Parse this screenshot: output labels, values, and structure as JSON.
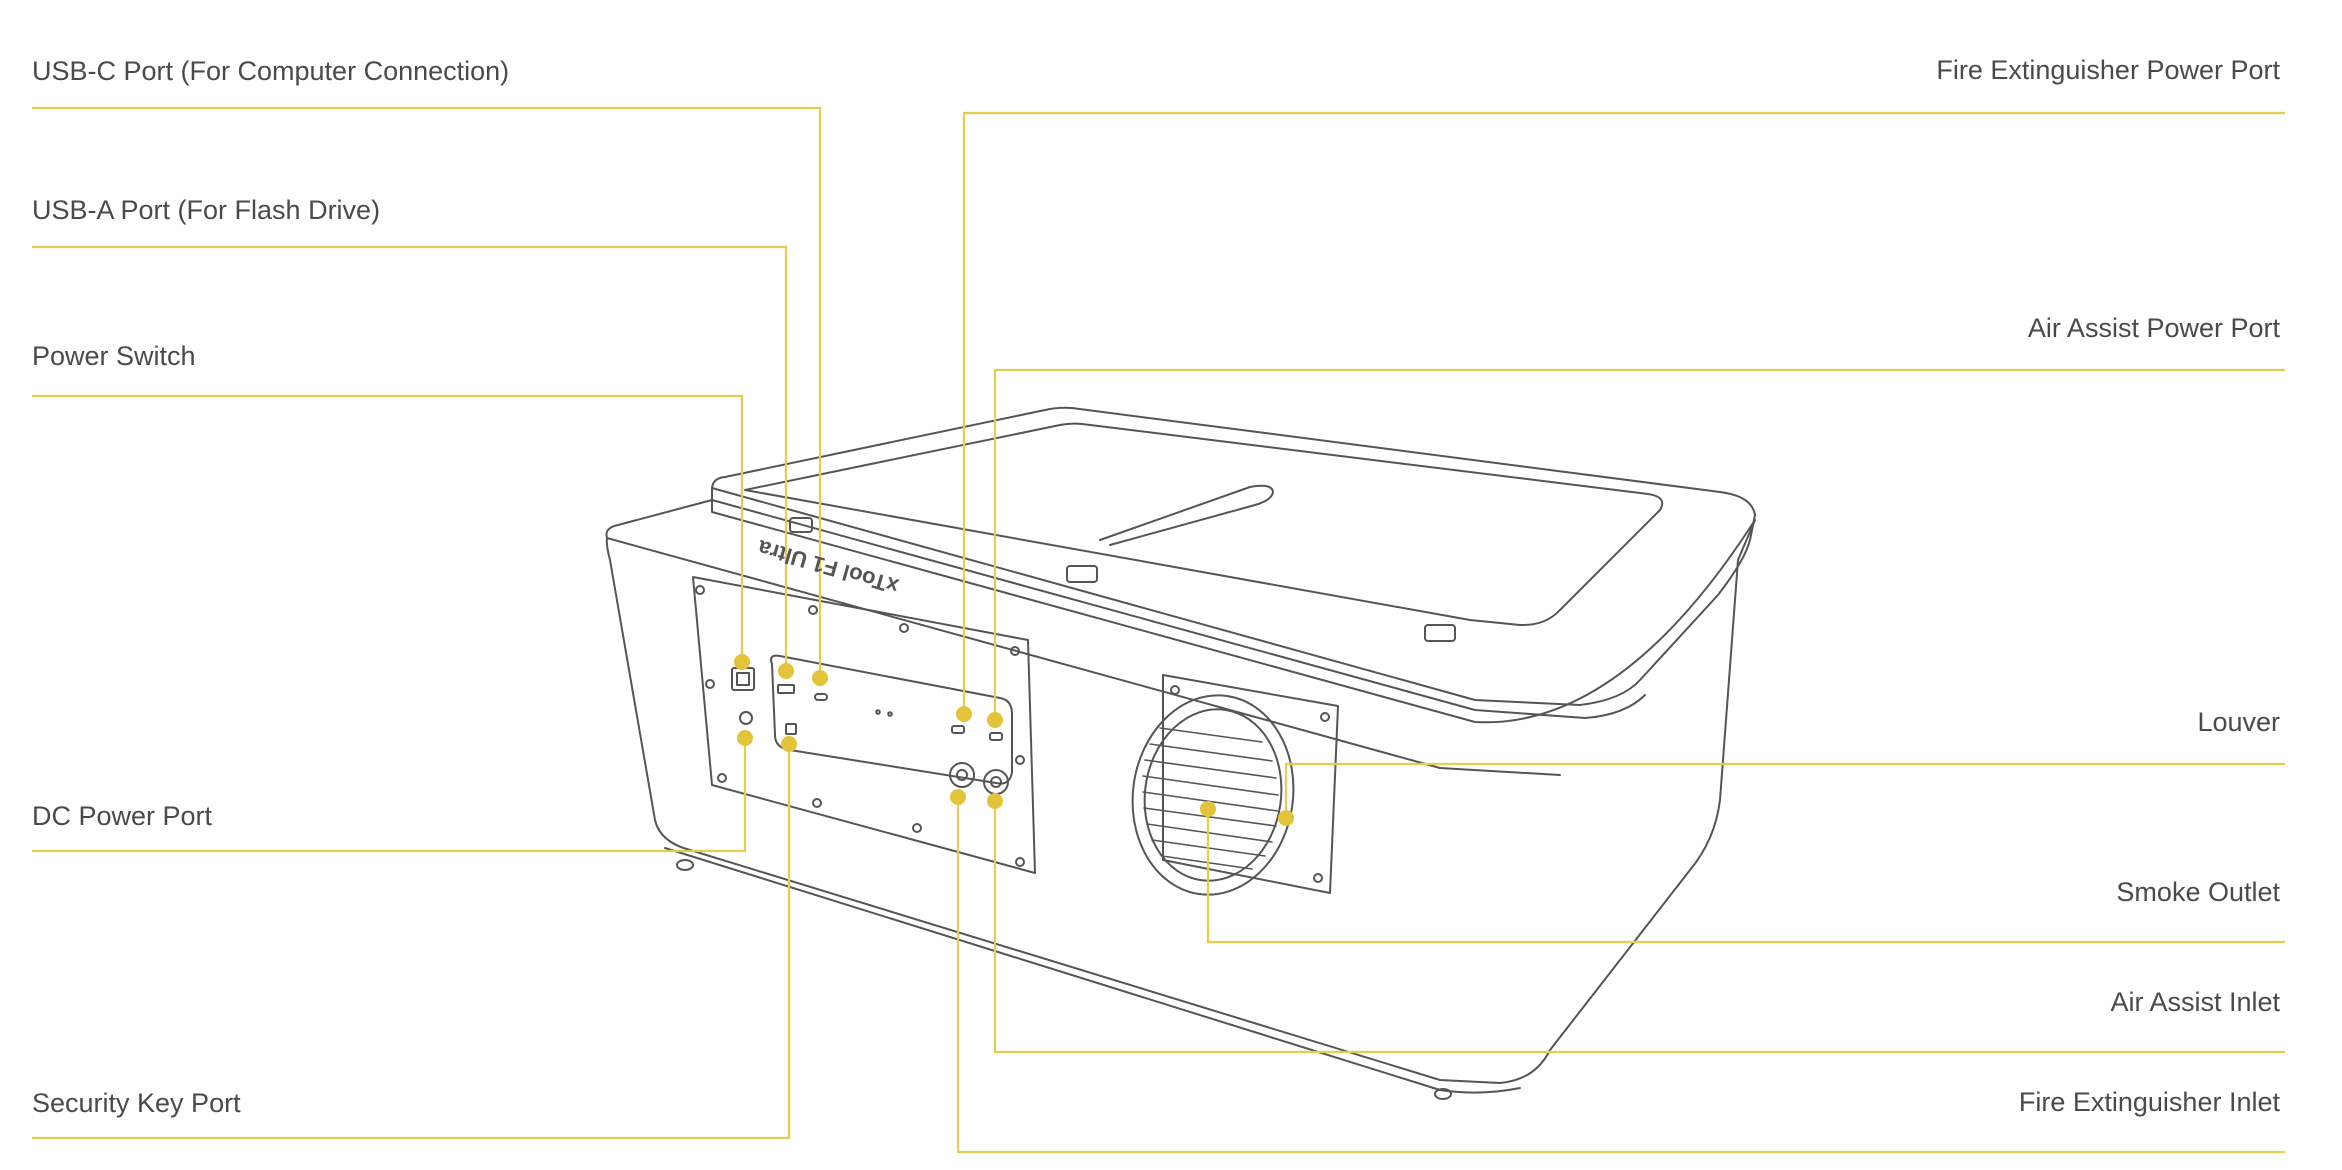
{
  "colors": {
    "accent": "#e3c33a",
    "line": "#e8cc50",
    "ink": "#555555",
    "text": "#4a4a4a"
  },
  "labels": {
    "usb_c": "USB-C Port (For Computer Connection)",
    "usb_a": "USB-A Port (For Flash Drive)",
    "power_switch": "Power Switch",
    "dc_power": "DC Power Port",
    "security_key": "Security Key Port",
    "fire_ext_power": "Fire Extinguisher Power Port",
    "air_assist_power": "Air Assist Power Port",
    "louver": "Louver",
    "smoke_outlet": "Smoke Outlet",
    "air_assist_inlet": "Air Assist Inlet",
    "fire_ext_inlet": "Fire Extinguisher Inlet"
  },
  "device": {
    "brand_mark": "xTool F1 Ultra"
  }
}
